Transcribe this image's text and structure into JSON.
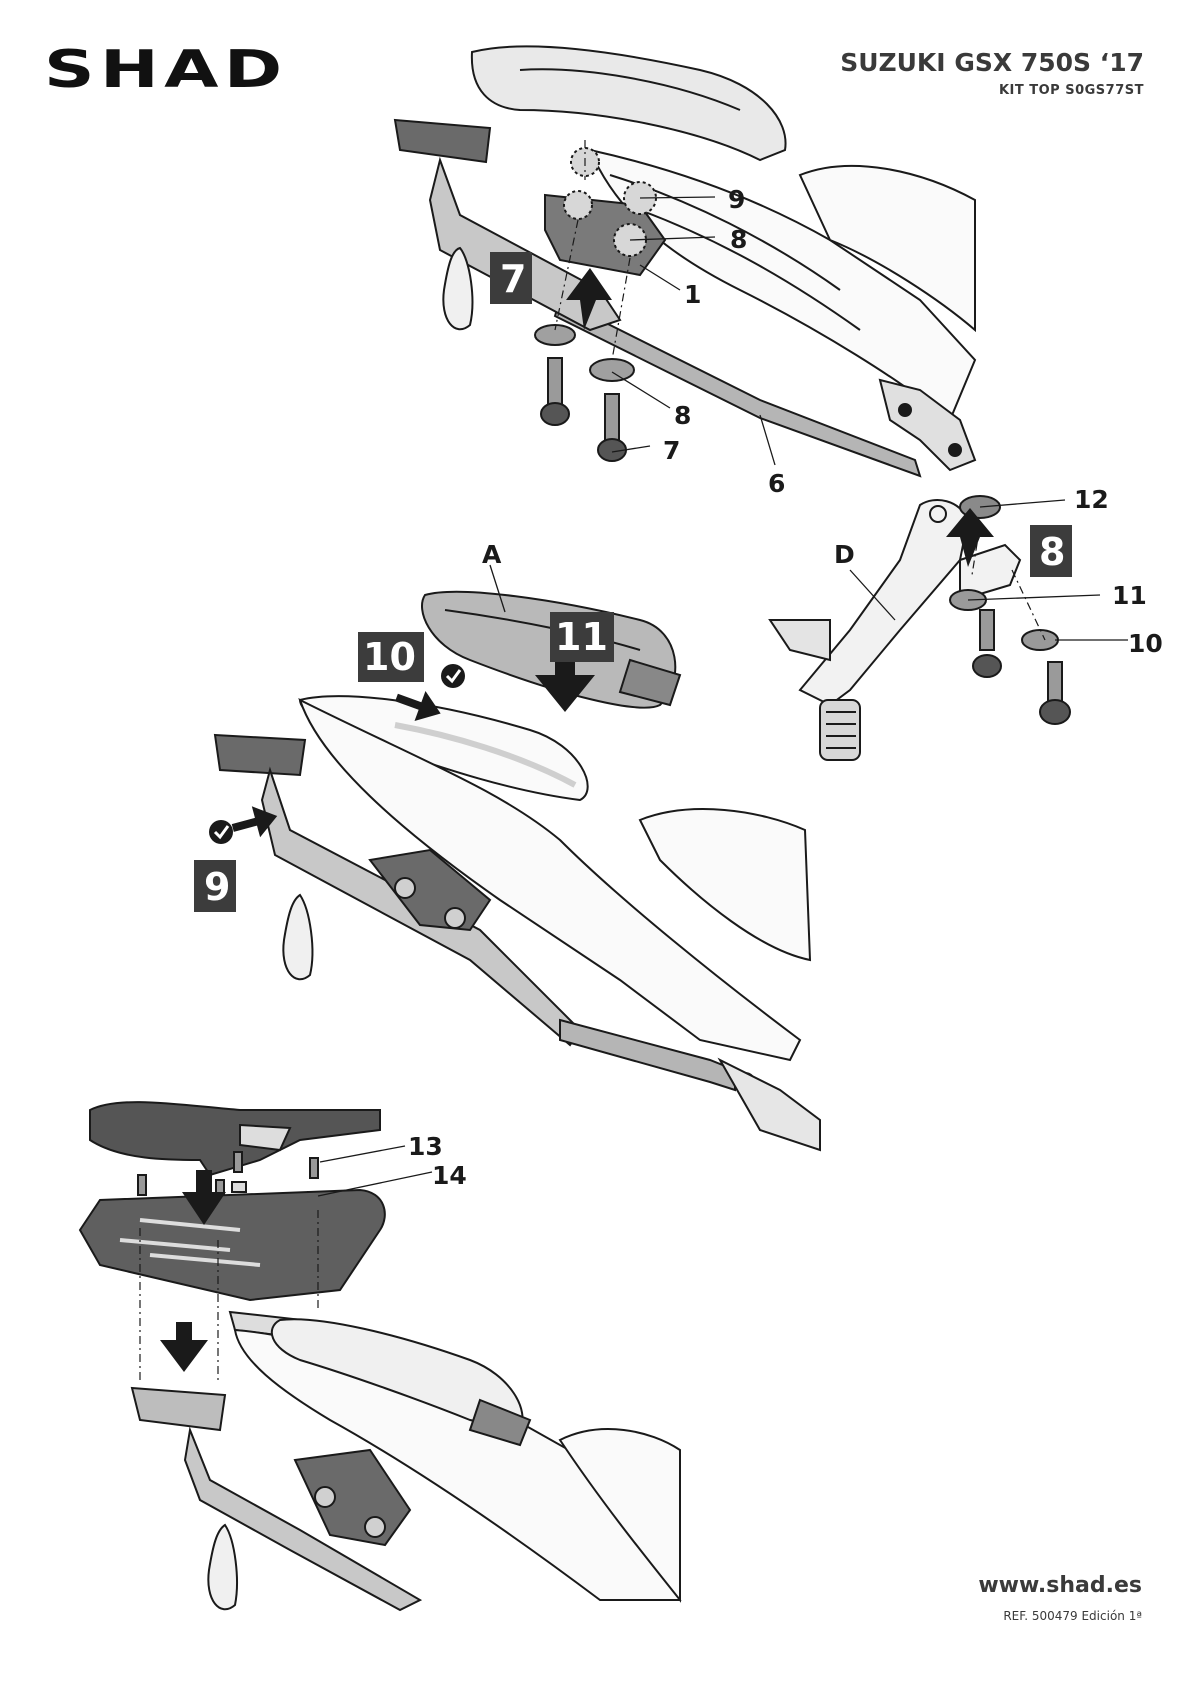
{
  "header": {
    "brand": "SHAD",
    "model": "SUZUKI GSX 750S ‘17",
    "kit": "KIT TOP S0GS77ST"
  },
  "footer": {
    "url": "www.shad.es",
    "ref": "REF. 500479 Edición 1ª"
  },
  "steps": {
    "s7": "7",
    "s8": "8",
    "s9": "9",
    "s10": "10",
    "s11": "11"
  },
  "callouts": {
    "c1": "1",
    "c6": "6",
    "c7": "7",
    "c8a": "8",
    "c8b": "8",
    "c9": "9",
    "c10": "10",
    "c11": "11",
    "c12": "12",
    "c13": "13",
    "c14": "14",
    "cA": "A",
    "cD": "D"
  },
  "icons": [
    "check-icon",
    "arrow-icon"
  ],
  "colors": {
    "ink": "#1a1a1a",
    "step_box": "#3c3c3c",
    "part_fill": "#6a6a6a",
    "light_fill": "#c8c8c8"
  }
}
